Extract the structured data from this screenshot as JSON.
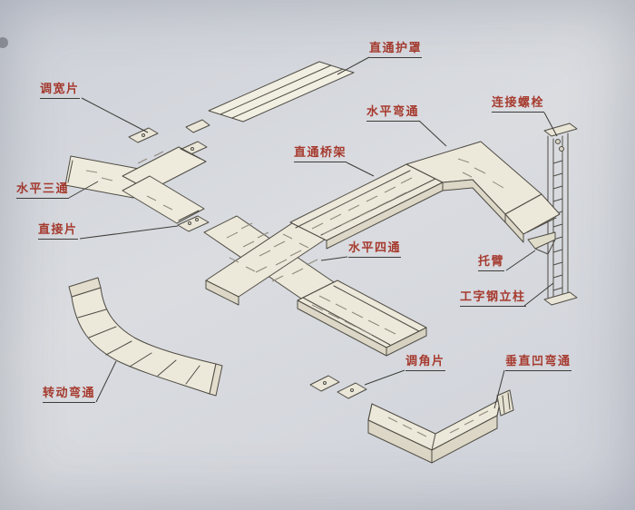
{
  "figure": {
    "description": "Isometric exploded diagram of a cable tray (bridge frame) system with Chinese part labels",
    "background_color": "#d2d5dc",
    "ink_color": "#4f4c44",
    "label_color": "#a63a2e",
    "labels": [
      {
        "id": "straight-cover",
        "text": "直通护罩"
      },
      {
        "id": "width-adjust-piece",
        "text": "调宽片"
      },
      {
        "id": "horizontal-elbow",
        "text": "水平弯通"
      },
      {
        "id": "connecting-bolt",
        "text": "连接螺栓"
      },
      {
        "id": "straight-tray",
        "text": "直通桥架"
      },
      {
        "id": "horizontal-tee",
        "text": "水平三通"
      },
      {
        "id": "direct-piece",
        "text": "直接片"
      },
      {
        "id": "horizontal-cross",
        "text": "水平四通"
      },
      {
        "id": "bracket-arm",
        "text": "托臂"
      },
      {
        "id": "i-beam-column",
        "text": "工字钢立柱"
      },
      {
        "id": "angle-adjust-piece",
        "text": "调角片"
      },
      {
        "id": "vertical-concave-elbow",
        "text": "垂直凹弯通"
      },
      {
        "id": "rotating-elbow",
        "text": "转动弯通"
      }
    ]
  }
}
